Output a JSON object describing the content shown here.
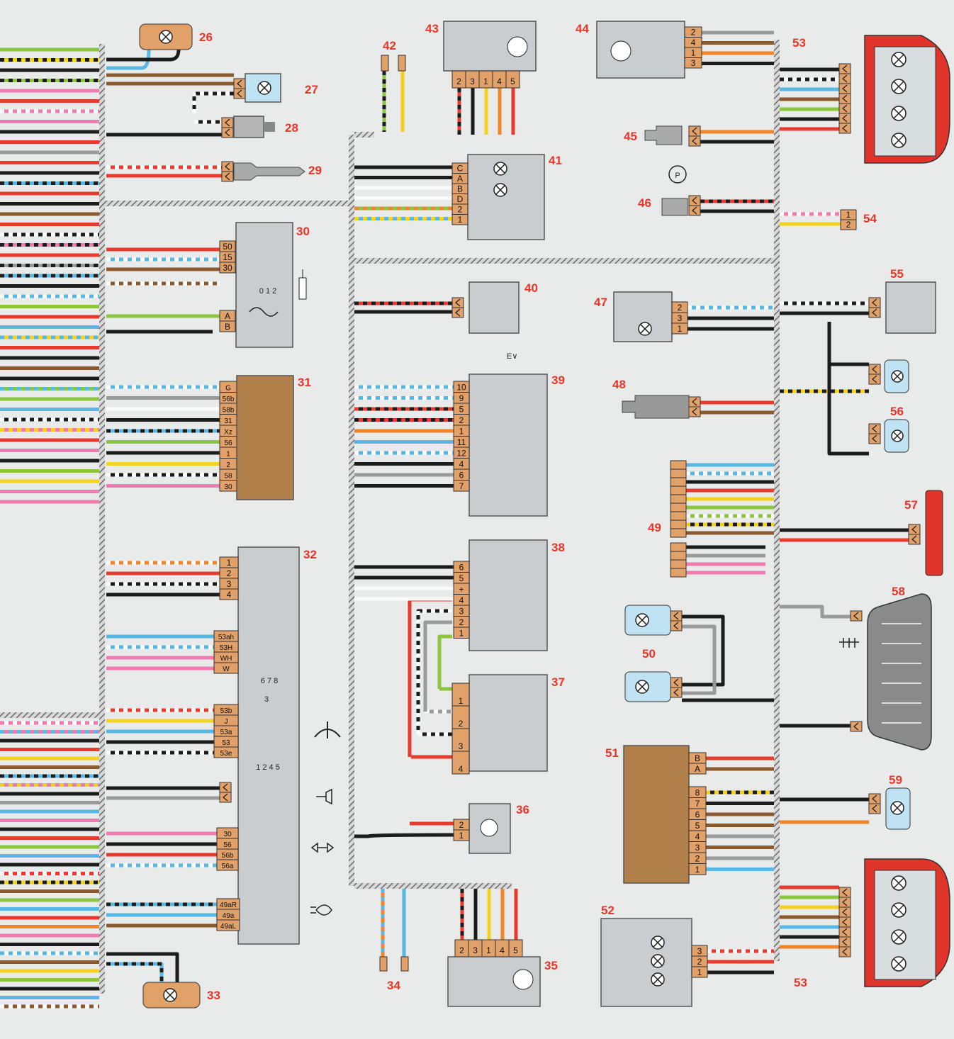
{
  "colors": {
    "background": "#e9ebea",
    "box": "#c9cdd0",
    "connector": "#e2a169",
    "module": "#b17f4a",
    "lamp_red": "#e0332a",
    "label": "#e8352a",
    "harness": "#7d7d7d"
  },
  "components": [
    {
      "id": "c26",
      "num": "26",
      "kind": "lamp"
    },
    {
      "id": "c27",
      "num": "27",
      "kind": "lamp"
    },
    {
      "id": "c28",
      "num": "28",
      "kind": "sensor"
    },
    {
      "id": "c29",
      "num": "29",
      "kind": "sensor"
    },
    {
      "id": "c30",
      "num": "30",
      "kind": "ignition-switch",
      "pins": [
        "50",
        "15",
        "30",
        "A",
        "B"
      ],
      "marks": "0 1 2"
    },
    {
      "id": "c31",
      "num": "31",
      "kind": "module",
      "pins": [
        "G",
        "56b",
        "58b",
        "31",
        "Xz",
        "56",
        "1",
        "2",
        "58",
        "30"
      ]
    },
    {
      "id": "c32",
      "num": "32",
      "kind": "column-switch",
      "pins_a": [
        "1",
        "2",
        "3",
        "4"
      ],
      "pins_b": [
        "53ah",
        "53H",
        "WH",
        "W"
      ],
      "marks_b": "6 7 8",
      "pins_c": [
        "53b",
        "J",
        "53a",
        "53",
        "53e"
      ],
      "marks_c": "1 2 4 5",
      "mark_c3": "3",
      "pins_d": [
        "30",
        "56",
        "56b",
        "56a"
      ],
      "pins_e": [
        "49aR",
        "49a",
        "49aL"
      ]
    },
    {
      "id": "c33",
      "num": "33",
      "kind": "lamp"
    },
    {
      "id": "c34",
      "num": "34",
      "kind": "connector"
    },
    {
      "id": "c35",
      "num": "35",
      "kind": "motor",
      "pins": [
        "2",
        "3",
        "1",
        "4",
        "5"
      ]
    },
    {
      "id": "c36",
      "num": "36",
      "kind": "motor",
      "pins": [
        "2",
        "1"
      ]
    },
    {
      "id": "c37",
      "num": "37",
      "kind": "resistor-block",
      "pins": [
        "1",
        "2",
        "3",
        "4"
      ]
    },
    {
      "id": "c38",
      "num": "38",
      "kind": "switch",
      "pins": [
        "6",
        "5",
        "+",
        "4",
        "3",
        "2",
        "1"
      ]
    },
    {
      "id": "c39",
      "num": "39",
      "kind": "switch",
      "pins": [
        "10",
        "9",
        "5",
        "2",
        "1",
        "11",
        "12",
        "4",
        "6",
        "7"
      ]
    },
    {
      "id": "c40",
      "num": "40",
      "kind": "switch"
    },
    {
      "id": "c41",
      "num": "41",
      "kind": "switch",
      "pins": [
        "C",
        "A",
        "B",
        "D",
        "2",
        "1"
      ]
    },
    {
      "id": "c42",
      "num": "42",
      "kind": "connector"
    },
    {
      "id": "c43",
      "num": "43",
      "kind": "motor",
      "pins": [
        "2",
        "3",
        "1",
        "4",
        "5"
      ]
    },
    {
      "id": "c44",
      "num": "44",
      "kind": "motor",
      "pins": [
        "2",
        "4",
        "1",
        "3"
      ]
    },
    {
      "id": "c45",
      "num": "45",
      "kind": "sensor"
    },
    {
      "id": "c46",
      "num": "46",
      "kind": "switch",
      "symbol": "P"
    },
    {
      "id": "c47",
      "num": "47",
      "kind": "switch",
      "pins": [
        "2",
        "3",
        "1"
      ]
    },
    {
      "id": "c48",
      "num": "48",
      "kind": "sensor"
    },
    {
      "id": "c49",
      "num": "49",
      "kind": "connector"
    },
    {
      "id": "c50",
      "num": "50",
      "kind": "lamp"
    },
    {
      "id": "c51",
      "num": "51",
      "kind": "module",
      "pins": [
        "B",
        "A",
        "8",
        "7",
        "6",
        "5",
        "4",
        "3",
        "2",
        "1"
      ]
    },
    {
      "id": "c52",
      "num": "52",
      "kind": "switch",
      "pins": [
        "3",
        "2",
        "1"
      ]
    },
    {
      "id": "c53a",
      "num": "53",
      "kind": "rear-lamp"
    },
    {
      "id": "c53b",
      "num": "53",
      "kind": "rear-lamp"
    },
    {
      "id": "c54",
      "num": "54",
      "kind": "connector",
      "pins": [
        "1",
        "2"
      ]
    },
    {
      "id": "c55",
      "num": "55",
      "kind": "switch"
    },
    {
      "id": "c56",
      "num": "56",
      "kind": "lamp"
    },
    {
      "id": "c57",
      "num": "57",
      "kind": "lamp"
    },
    {
      "id": "c58",
      "num": "58",
      "kind": "heated-window"
    },
    {
      "id": "c59",
      "num": "59",
      "kind": "lamp"
    }
  ]
}
